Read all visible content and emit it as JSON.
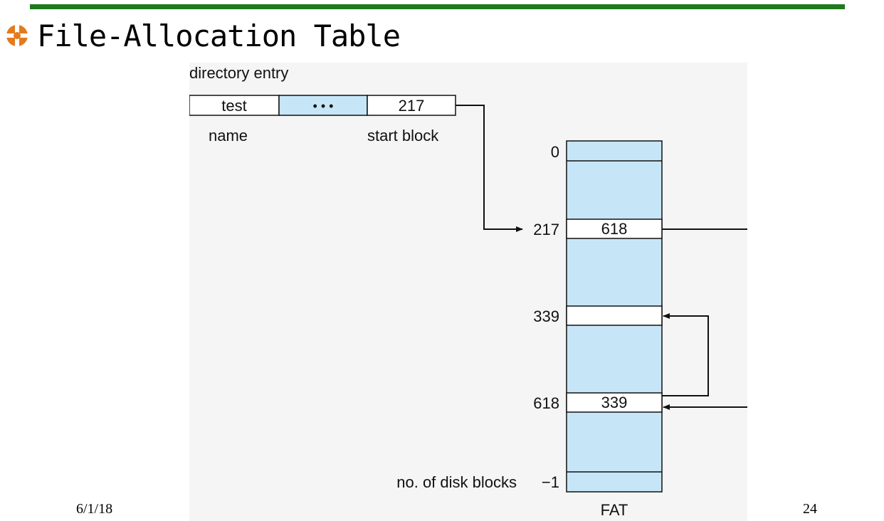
{
  "slide": {
    "title": "File-Allocation Table",
    "footer_date": "6/1/18",
    "page_number": "24"
  },
  "diagram": {
    "directory_label": "directory entry",
    "entry_cells": {
      "name_value": "test",
      "ellipsis": "• • •",
      "start_value": "217"
    },
    "entry_captions": {
      "name": "name",
      "start": "start block"
    },
    "fat": {
      "caption": "FAT",
      "index_labels": [
        "0",
        "217",
        "339",
        "618",
        "−1"
      ],
      "cell_values": {
        "217": "618",
        "618": "339"
      },
      "disk_blocks_label": "no. of disk blocks"
    },
    "colors": {
      "accent_bar": "#1d7a1d",
      "cell_fill": "#c6e6f8",
      "white": "#ffffff"
    }
  }
}
